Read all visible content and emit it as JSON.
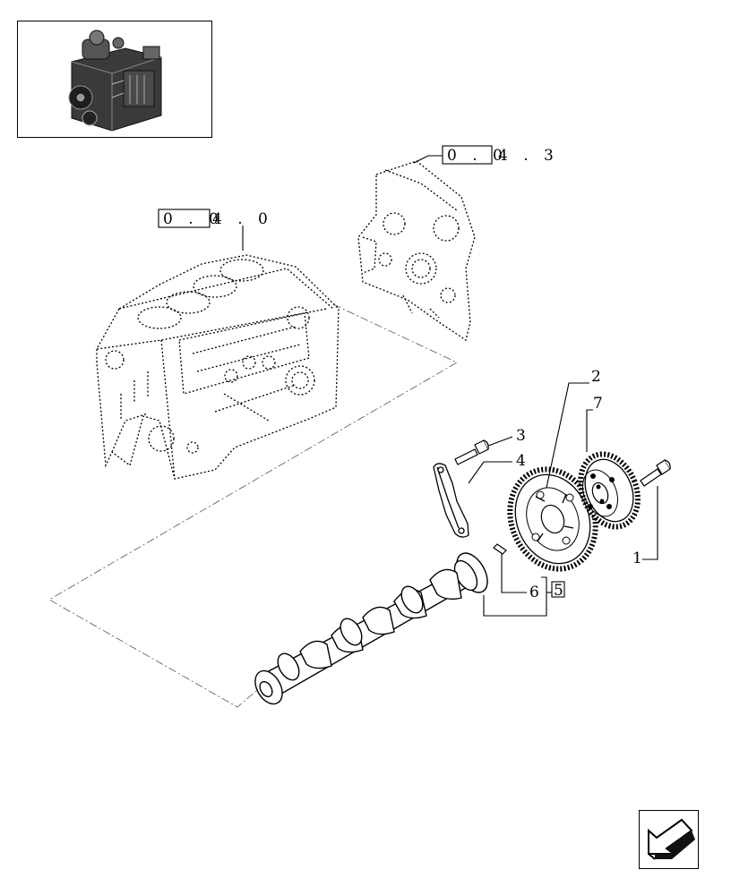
{
  "references": {
    "block_ref": {
      "boxed": "0 . 0",
      "rest": "4 . 0"
    },
    "cover_ref": {
      "boxed": "0 . 0",
      "rest": "4 . 3"
    }
  },
  "callouts": {
    "c1": "1",
    "c2": "2",
    "c3": "3",
    "c4": "4",
    "c5": "5",
    "c6": "6",
    "c7": "7"
  },
  "icons": {
    "thumbnail": "engine-thumbnail-icon",
    "navigation": "previous-page-arrow-icon"
  }
}
